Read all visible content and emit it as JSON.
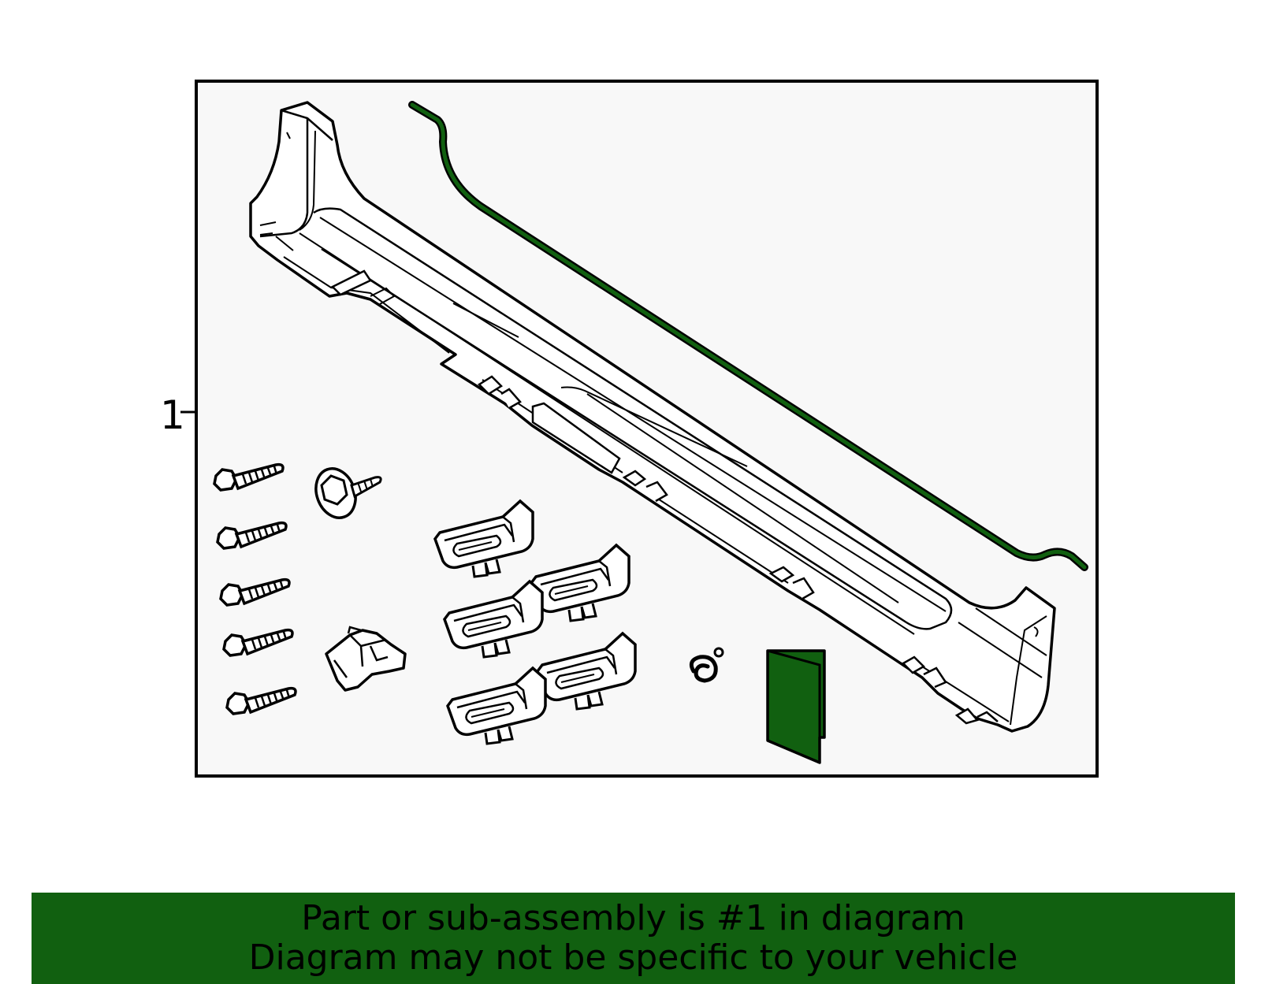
{
  "diagram": {
    "callout_number": "1",
    "highlight_color": "#116010",
    "panel_background": "#f8f8f8",
    "line_color": "#000000",
    "parts": [
      "rocker-panel-molding",
      "weatherstrip",
      "bolt",
      "flange-bolt",
      "retainer-clip",
      "push-clip",
      "instruction-sheet"
    ]
  },
  "banner": {
    "line1": "Part or sub-assembly is #1 in diagram",
    "line2": "Diagram may not be specific to your vehicle",
    "background": "#116010"
  }
}
